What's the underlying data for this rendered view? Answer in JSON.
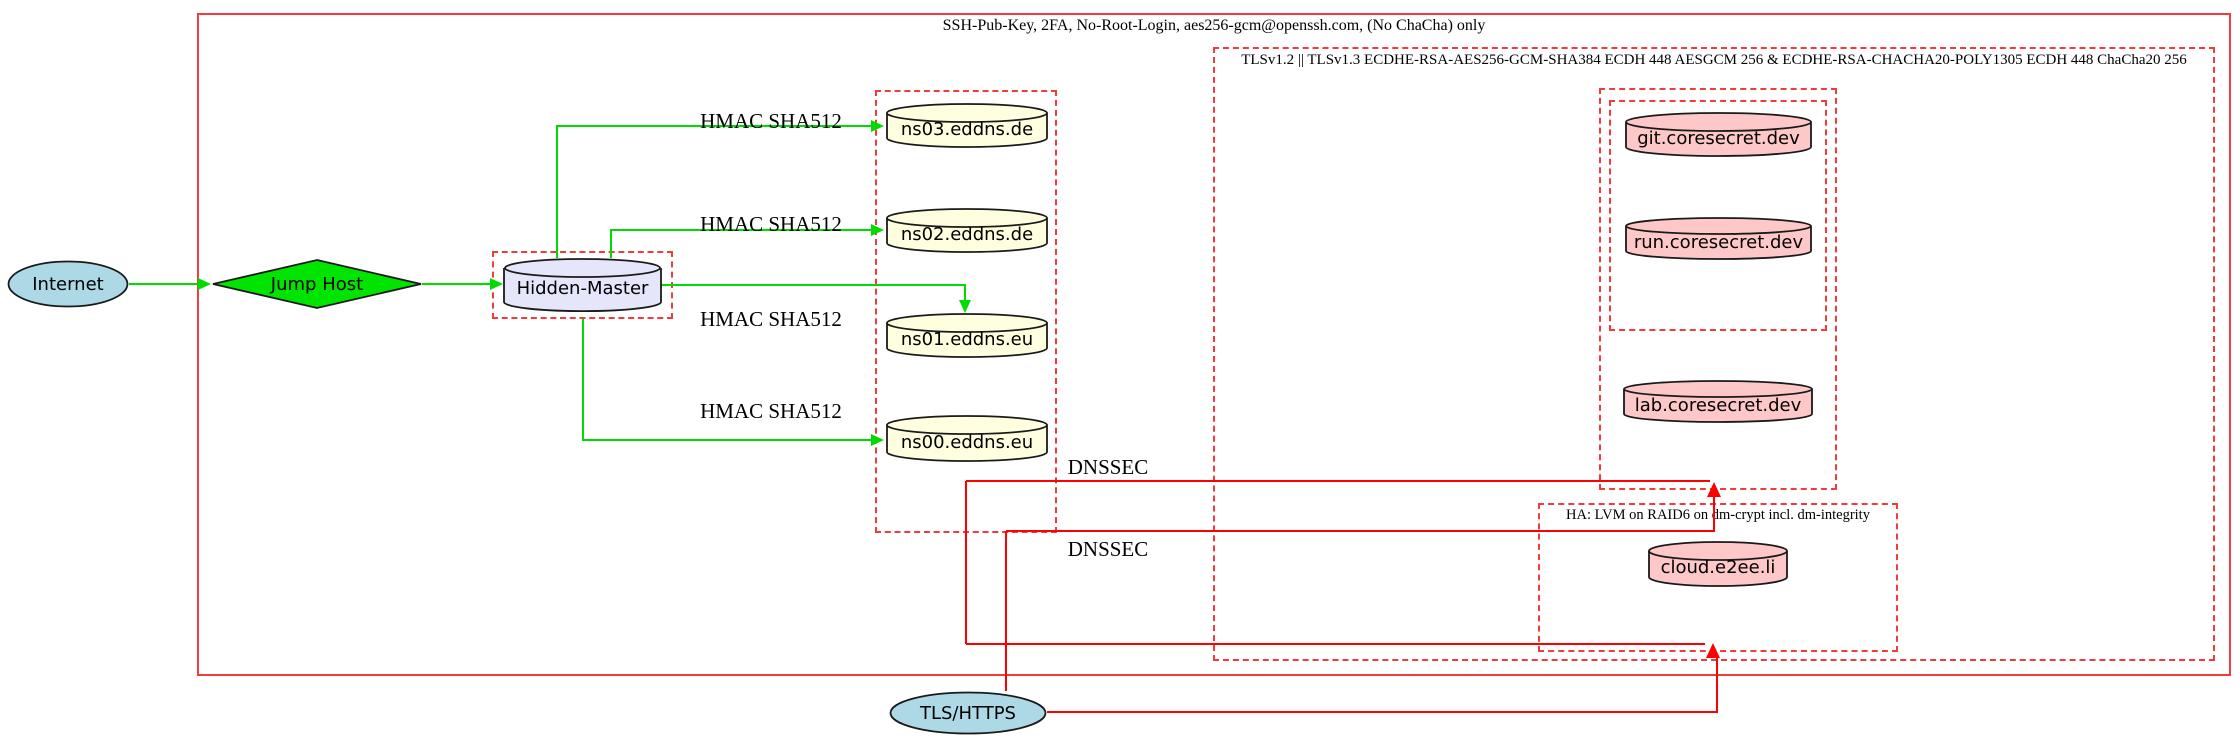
{
  "colors": {
    "node_blue": "#ADD8E6",
    "node_green": "#00E400",
    "node_lavender": "#E6E6FA",
    "node_lightyellow": "#FFFFE0",
    "node_pink": "#FFC8C8",
    "edge_green": "#00DC00",
    "edge_red": "#FF0000",
    "cluster_red": "#F23B3B",
    "node_stroke": "#1a1a1a"
  },
  "clusters": {
    "ssh": {
      "label": "SSH-Pub-Key, 2FA, No-Root-Login, aes256-gcm@openssh.com, (No ChaCha) only"
    },
    "tls": {
      "label": "TLSv1.2 || TLSv1.3 ECDHE-RSA-AES256-GCM-SHA384 ECDH 448 AESGCM 256 & ECDHE-RSA-CHACHA20-POLY1305 ECDH 448 ChaCha20 256"
    },
    "ha": {
      "label": "HA: LVM on RAID6 on dm-crypt incl. dm-integrity"
    }
  },
  "nodes": {
    "internet": {
      "label": "Internet",
      "shape": "ellipse",
      "fill": "#ADD8E6"
    },
    "jump_host": {
      "label": "Jump Host",
      "shape": "diamond",
      "fill": "#00E400"
    },
    "hidden_master": {
      "label": "Hidden-Master",
      "shape": "cylinder",
      "fill": "#E6E6FA"
    },
    "ns03": {
      "label": "ns03.eddns.de",
      "shape": "cylinder",
      "fill": "#FFFFE0"
    },
    "ns02": {
      "label": "ns02.eddns.de",
      "shape": "cylinder",
      "fill": "#FFFFE0"
    },
    "ns01": {
      "label": "ns01.eddns.eu",
      "shape": "cylinder",
      "fill": "#FFFFE0"
    },
    "ns00": {
      "label": "ns00.eddns.eu",
      "shape": "cylinder",
      "fill": "#FFFFE0"
    },
    "git": {
      "label": "git.coresecret.dev",
      "shape": "cylinder",
      "fill": "#FFC8C8"
    },
    "run": {
      "label": "run.coresecret.dev",
      "shape": "cylinder",
      "fill": "#FFC8C8"
    },
    "lab": {
      "label": "lab.coresecret.dev",
      "shape": "cylinder",
      "fill": "#FFC8C8"
    },
    "cloud": {
      "label": "cloud.e2ee.li",
      "shape": "cylinder",
      "fill": "#FFC8C8"
    },
    "tls_https": {
      "label": "TLS/HTTPS",
      "shape": "ellipse",
      "fill": "#ADD8E6"
    }
  },
  "edges": [
    {
      "from": "internet",
      "to": "jump_host",
      "color": "green",
      "label": ""
    },
    {
      "from": "jump_host",
      "to": "hidden_master",
      "color": "green",
      "label": ""
    },
    {
      "from": "hidden_master",
      "to": "ns03",
      "color": "green",
      "label": "HMAC SHA512"
    },
    {
      "from": "hidden_master",
      "to": "ns02",
      "color": "green",
      "label": "HMAC SHA512"
    },
    {
      "from": "hidden_master",
      "to": "ns01",
      "color": "green",
      "label": "HMAC SHA512"
    },
    {
      "from": "hidden_master",
      "to": "ns00",
      "color": "green",
      "label": "HMAC SHA512"
    },
    {
      "from": "ns-cluster",
      "to": "coresecret-cluster",
      "color": "red",
      "label": "DNSSEC"
    },
    {
      "from": "ns-cluster",
      "to": "ha-cluster",
      "color": "red",
      "label": "DNSSEC"
    },
    {
      "from": "tls_https",
      "to": "coresecret-cluster",
      "color": "red",
      "label": ""
    },
    {
      "from": "tls_https",
      "to": "ha-cluster",
      "color": "red",
      "label": ""
    }
  ]
}
